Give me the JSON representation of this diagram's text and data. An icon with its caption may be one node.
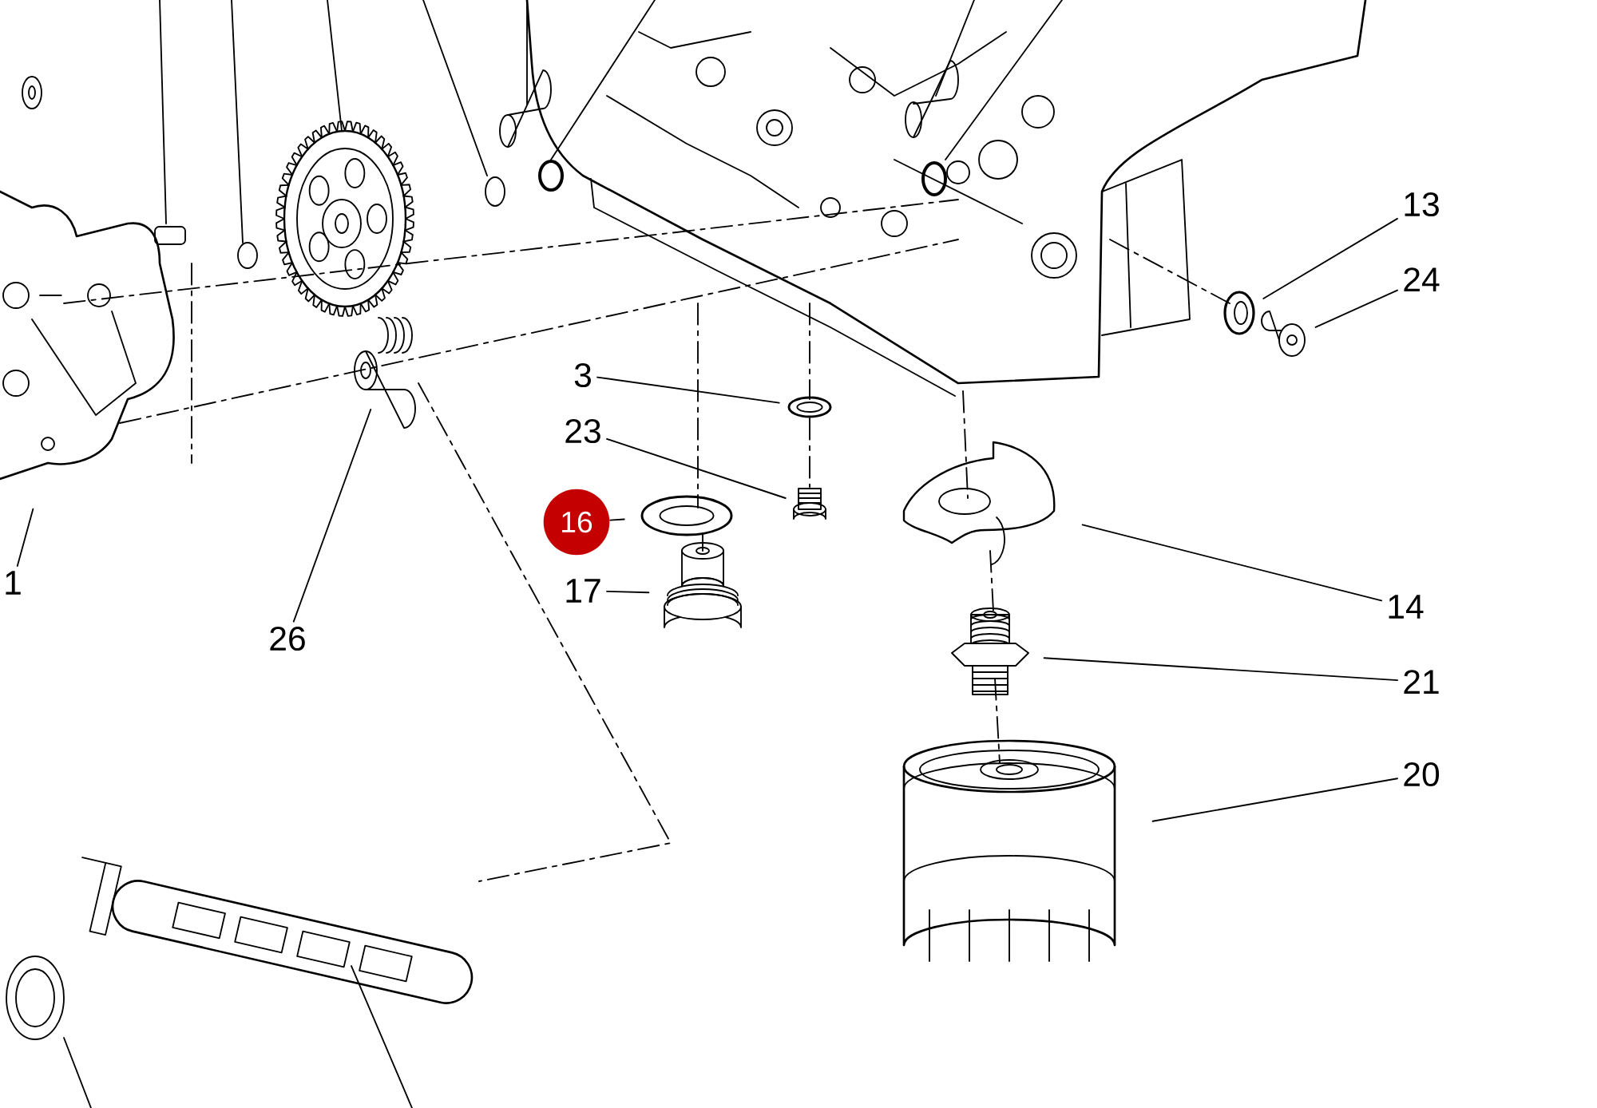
{
  "diagram": {
    "nodes": [
      {
        "text": [
          "13"
        ]
      },
      {
        "text": [],
        "shape": "picture"
      },
      {
        "text": [
          "24"
        ]
      },
      {
        "text": [],
        "shape": "picture"
      },
      {
        "text": [
          "3"
        ]
      },
      {
        "text": [],
        "shape": "picture"
      },
      {
        "text": [
          "23"
        ]
      },
      {
        "text": [],
        "shape": "picture"
      },
      {
        "text": [
          "16"
        ]
      },
      {
        "text": [],
        "shape": "picture"
      },
      {
        "text": [
          "17"
        ]
      },
      {
        "text": [],
        "shape": "picture"
      },
      {
        "text": [
          "26"
        ]
      },
      {
        "text": [],
        "shape": "picture"
      },
      {
        "text": [
          "14"
        ]
      },
      {
        "text": [],
        "shape": "picture"
      },
      {
        "text": [
          "21"
        ]
      },
      {
        "text": [],
        "shape": "picture"
      },
      {
        "text": [
          "20"
        ]
      },
      {
        "text": [],
        "shape": "picture"
      },
      {
        "text": [
          "1"
        ]
      },
      {
        "text": [],
        "shape": "picture"
      }
    ],
    "edges": [
      {
        "from": 0,
        "to": 1,
        "arrow": "none"
      },
      {
        "from": 2,
        "to": 3,
        "arrow": "none"
      },
      {
        "from": 4,
        "to": 5,
        "arrow": "none"
      },
      {
        "from": 6,
        "to": 7,
        "arrow": "none"
      },
      {
        "from": 8,
        "to": 9,
        "arrow": "none"
      },
      {
        "from": 10,
        "to": 11,
        "arrow": "none"
      },
      {
        "from": 12,
        "to": 13,
        "arrow": "none"
      },
      {
        "from": 14,
        "to": 15,
        "arrow": "none"
      },
      {
        "from": 16,
        "to": 17,
        "arrow": "none"
      },
      {
        "from": 18,
        "to": 19,
        "arrow": "none"
      },
      {
        "from": 20,
        "to": 21,
        "arrow": "none"
      }
    ]
  }
}
